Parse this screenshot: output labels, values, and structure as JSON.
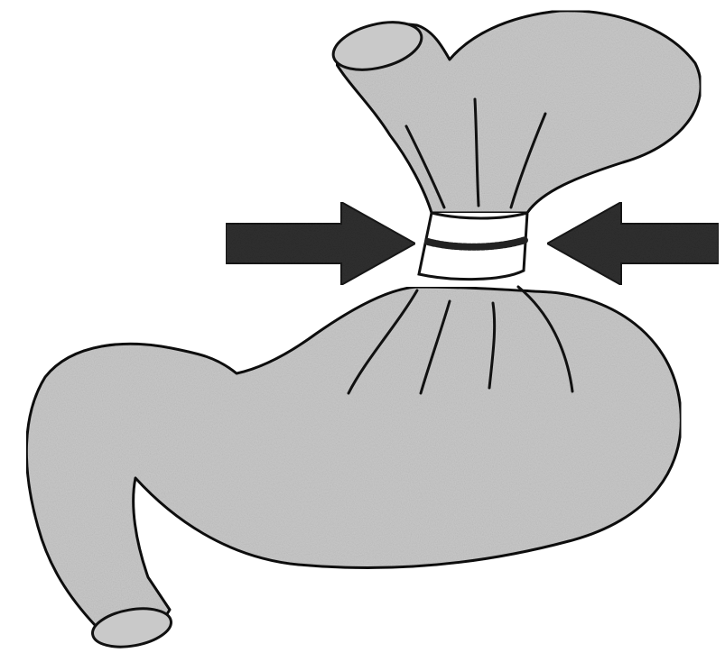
{
  "figure": {
    "background_color": "#ffffff",
    "organ_fill_color": "#c9c9c9",
    "outline_color": "#111111",
    "band_fill_color": "#ffffff",
    "band_stitch_color": "#222222",
    "arrow_color": "#2f2f2f",
    "elements": {
      "organ": "stomach",
      "constriction": "gastric-band",
      "arrows": 2
    }
  }
}
